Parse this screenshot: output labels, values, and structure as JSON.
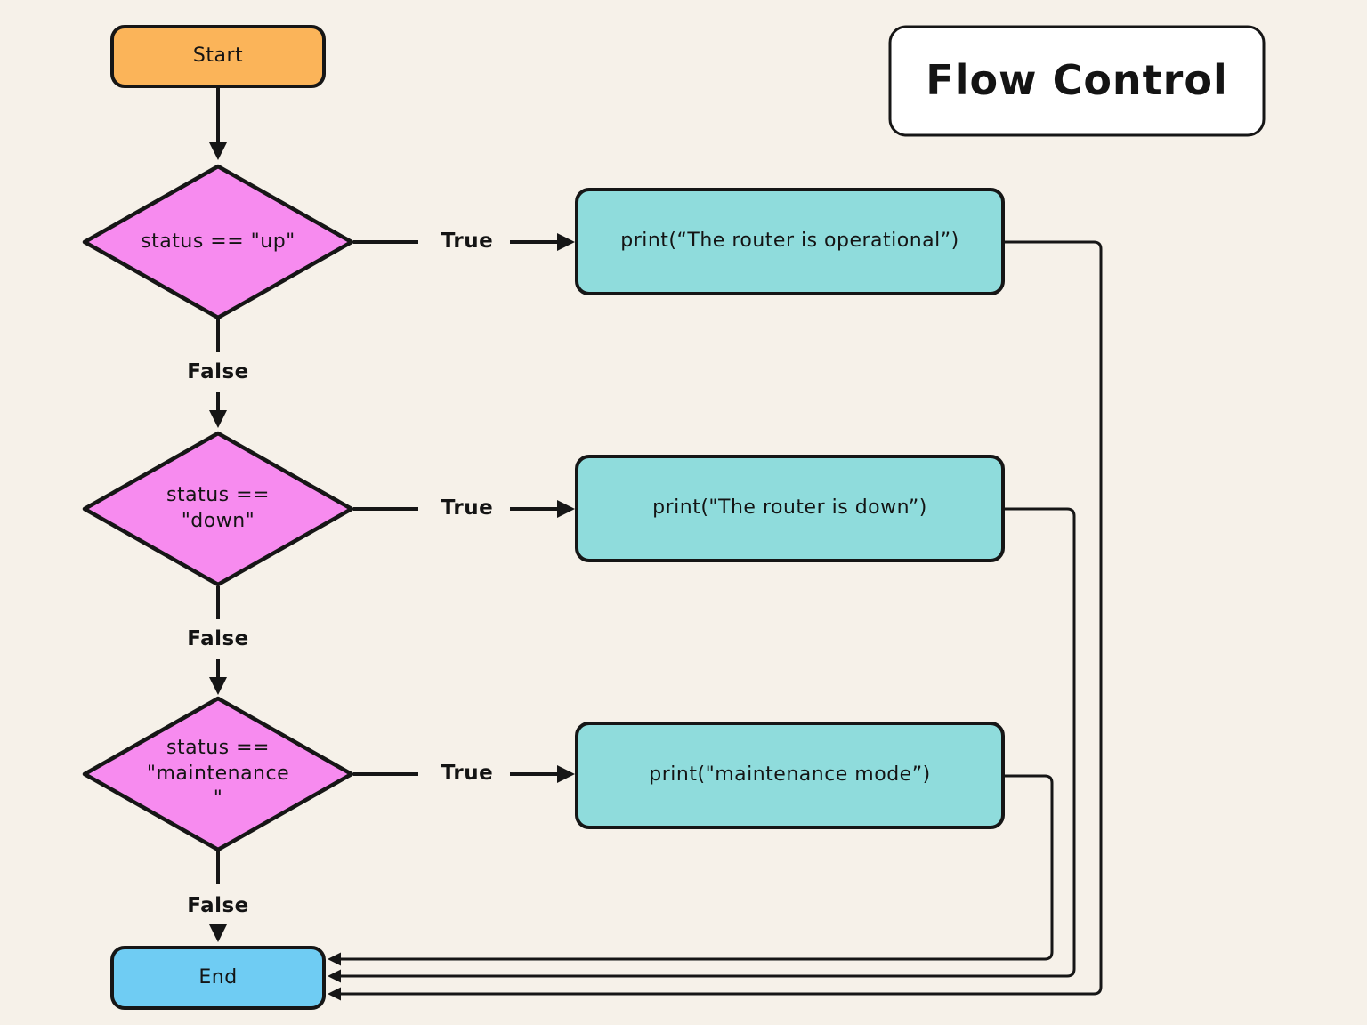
{
  "title": {
    "label": "Flow Control",
    "fill": "#ffffff"
  },
  "colors": {
    "background": "#f6f1e9",
    "stroke": "#161616",
    "start_fill": "#fbb459",
    "end_fill": "#6fccf3",
    "decision_fill": "#f78bef",
    "process_fill": "#8fdcdc"
  },
  "nodes": {
    "start": {
      "label": "Start"
    },
    "end": {
      "label": "End"
    },
    "decisions": [
      {
        "label": "status == \"up\""
      },
      {
        "label": "status ==\n\"down\""
      },
      {
        "label": "status ==\n\"maintenance\n\""
      }
    ],
    "processes": [
      {
        "label": "print(“The router is operational”)"
      },
      {
        "label": "print(\"The router is down”)"
      },
      {
        "label": "print(\"maintenance mode”)"
      }
    ]
  },
  "edges": {
    "true_label": "True",
    "false_label": "False"
  }
}
